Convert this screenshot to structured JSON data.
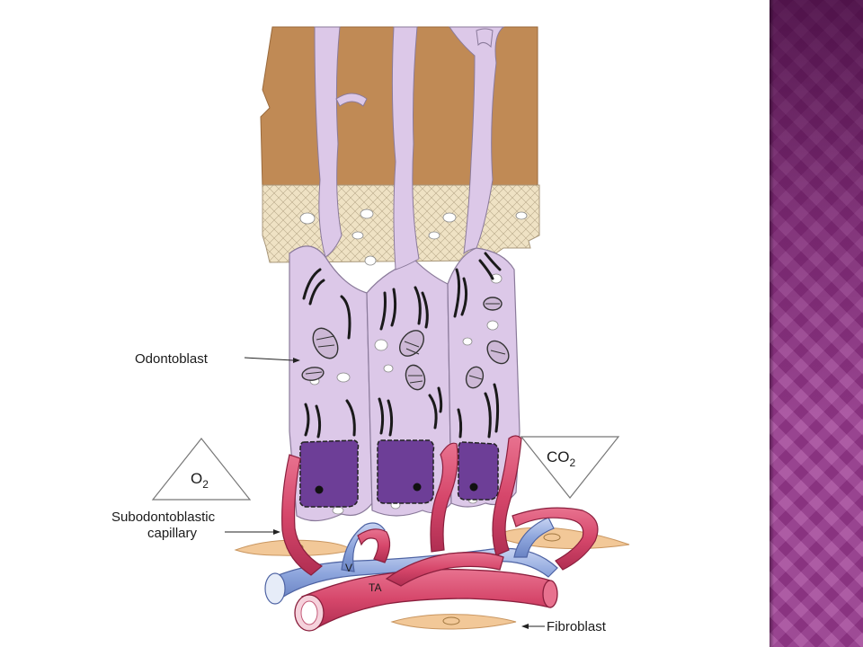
{
  "labels": {
    "odontoblast": "Odontoblast",
    "oxygen_main": "O",
    "oxygen_sub": "2",
    "co2_main": "CO",
    "co2_sub": "2",
    "capillary_line1": "Subodontoblastic",
    "capillary_line2": "capillary",
    "vein": "V",
    "arteriole": "TA",
    "fibroblast": "Fibroblast"
  },
  "colors": {
    "dentin": "#c08a55",
    "predentin": "#efe2c4",
    "cell": "#dcc8e8",
    "nucleus": "#6d3e97",
    "vessel_red": "#d6476b",
    "vein_blue": "#8ea6dd",
    "fibroblast": "#f2c898",
    "side_panel": "#9c3a92"
  }
}
